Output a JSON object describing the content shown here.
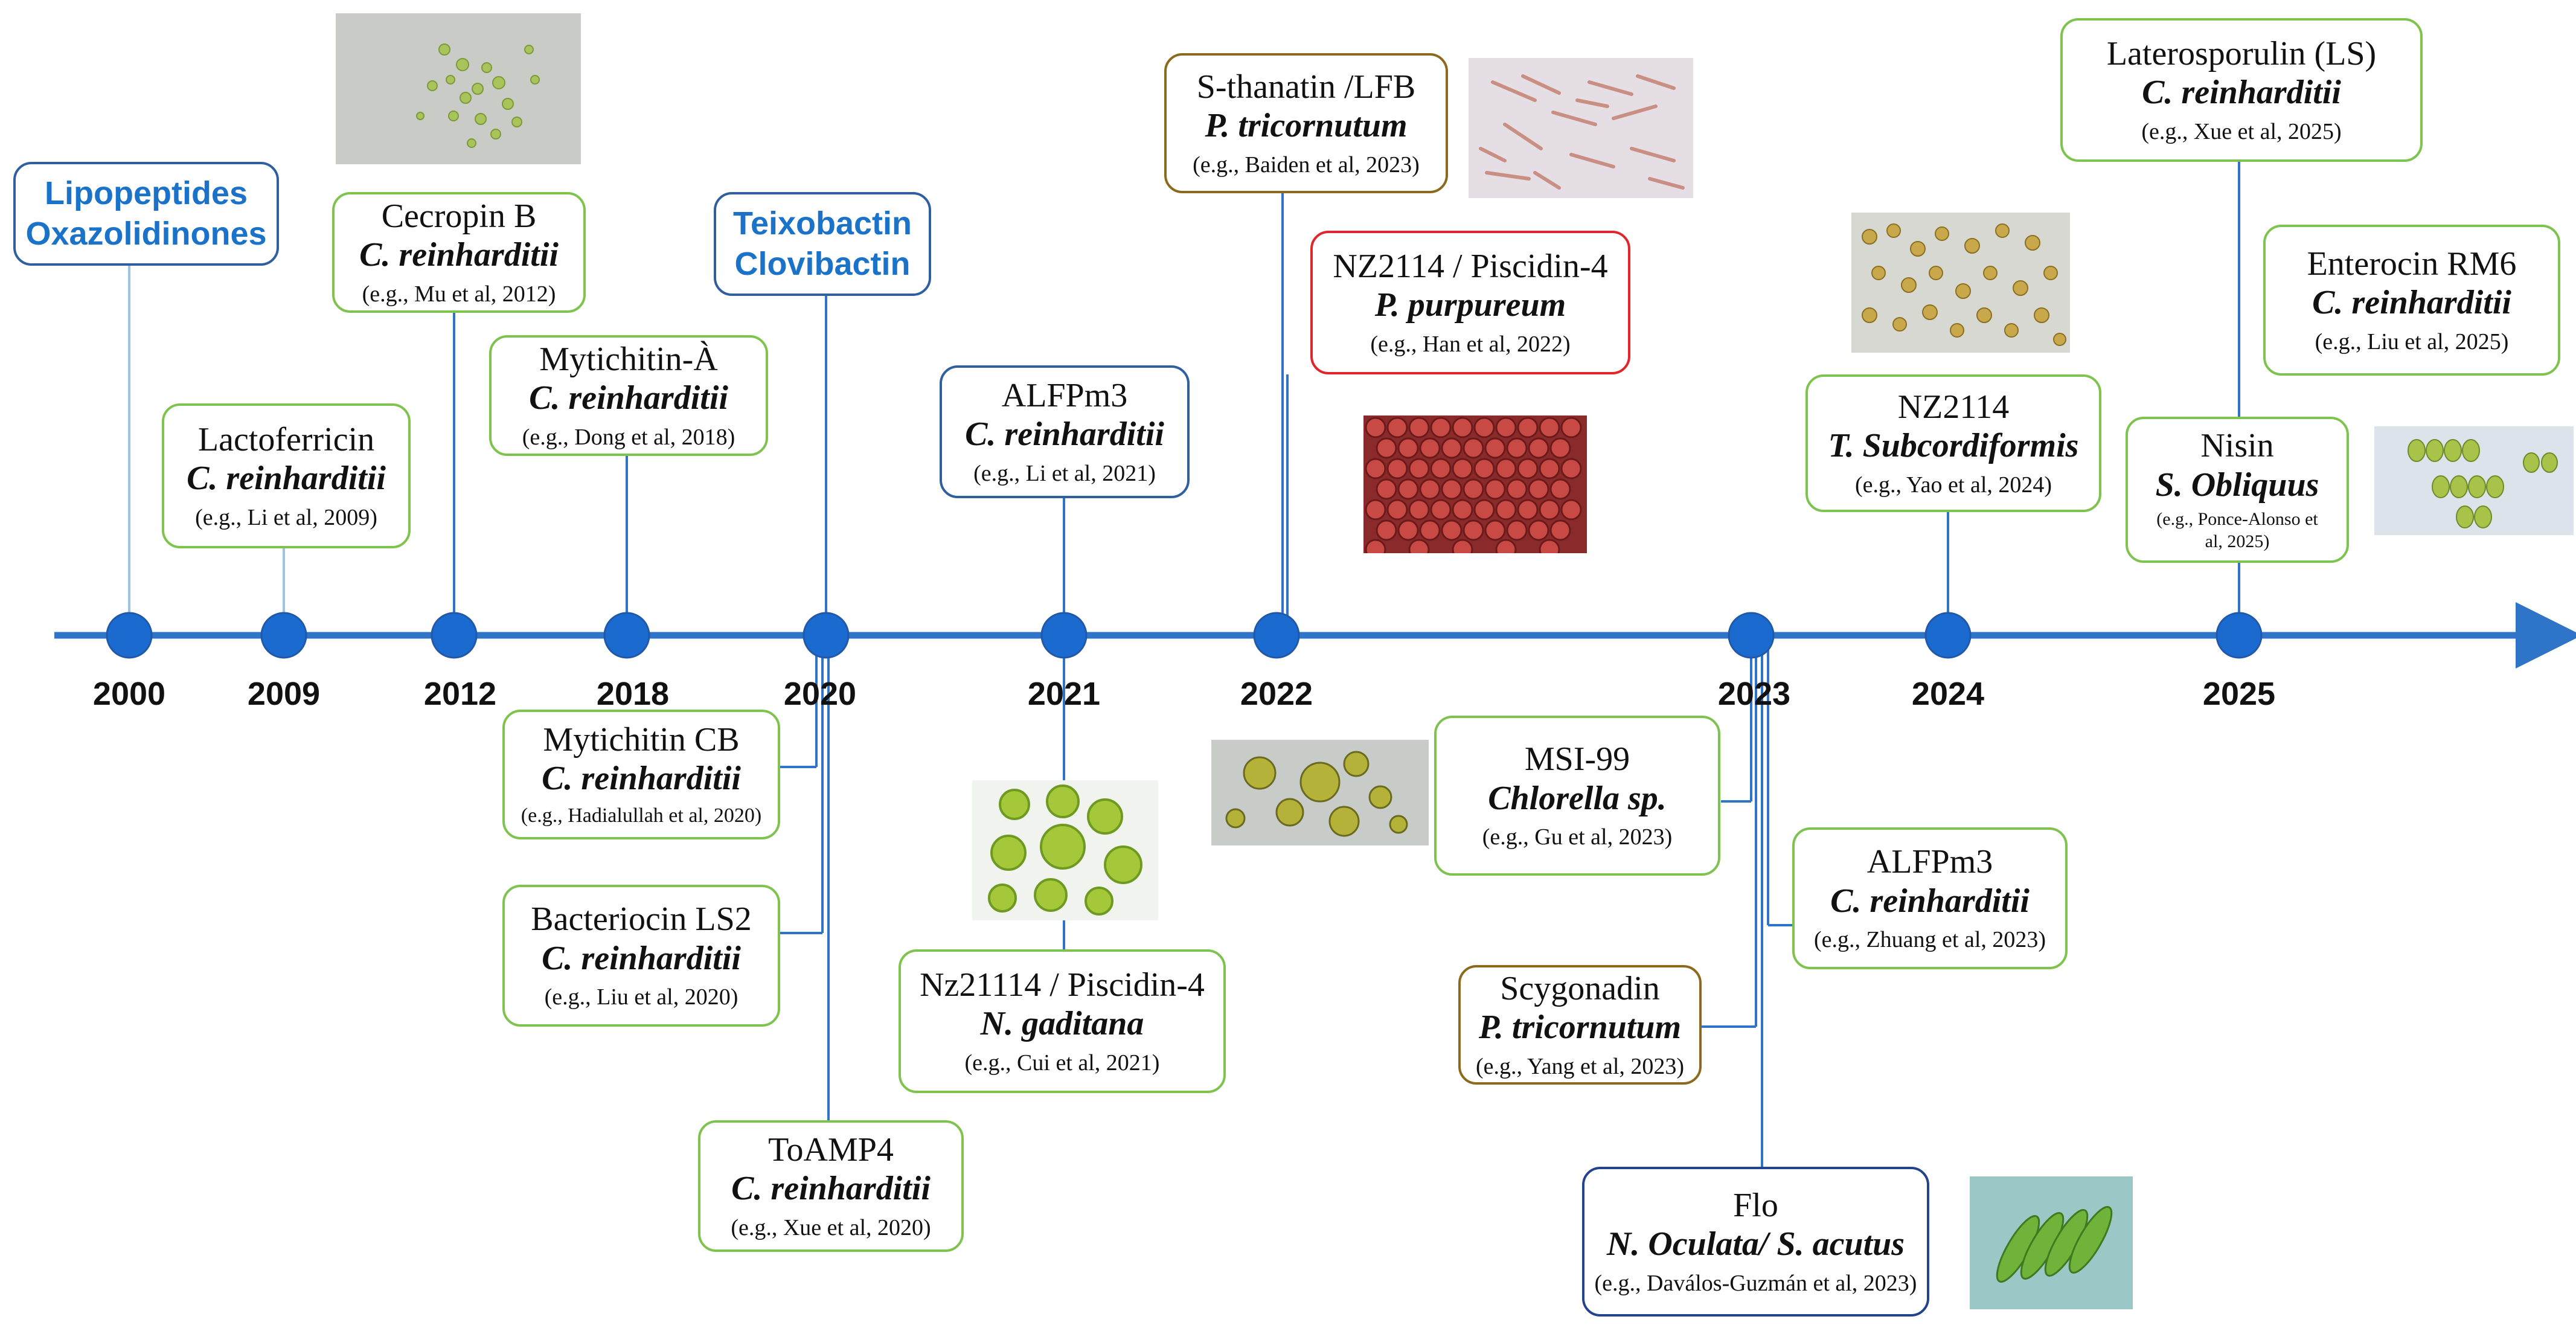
{
  "colors": {
    "axis": "#2e75c9",
    "green_border": "#7fc34f",
    "blue_text": "#1a73c8",
    "brown_border": "#8b6a1e",
    "red_border": "#e0252b",
    "navy_border": "#22448f"
  },
  "years": [
    "2000",
    "2009",
    "2012",
    "2018",
    "2020",
    "2021",
    "2022",
    "2023",
    "2024",
    "2025"
  ],
  "classes": {
    "y2000": [
      "Lipopeptides",
      "Oxazolidinones"
    ],
    "y2020": [
      "Teixobactin",
      "Clovibactin"
    ]
  },
  "entries": {
    "lactoferricin": {
      "name": "Lactoferricin",
      "organism": "C. reinharditii",
      "ref": "(e.g., Li et al, 2009)"
    },
    "cecropin": {
      "name": "Cecropin B",
      "organism": "C. reinharditii",
      "ref": "(e.g., Mu et al, 2012)"
    },
    "mytichitin_a": {
      "name": "Mytichitin-À",
      "organism": "C. reinharditii",
      "ref": "(e.g., Dong et al, 2018)"
    },
    "alfpm3_2021": {
      "name": "ALFPm3",
      "organism": "C. reinharditii",
      "ref": "(e.g., Li et al, 2021)"
    },
    "sthanatin": {
      "name": "S-thanatin /LFB",
      "organism": "P. tricornutum",
      "ref": "(e.g., Baiden et al, 2023)"
    },
    "nz2114_piscidin_2022": {
      "name": "NZ2114 / Piscidin-4",
      "organism": "P. purpureum",
      "ref": "(e.g., Han et al, 2022)"
    },
    "nz2114_2024": {
      "name": "NZ2114",
      "organism": "T. Subcordiformis",
      "ref": "(e.g., Yao et al, 2024)"
    },
    "laterosporulin": {
      "name": "Laterosporulin (LS)",
      "organism": "C. reinharditii",
      "ref": "(e.g., Xue et al, 2025)"
    },
    "enterocin": {
      "name": "Enterocin RM6",
      "organism": "C. reinharditii",
      "ref": "(e.g., Liu et al, 2025)"
    },
    "nisin": {
      "name": "Nisin",
      "organism": "S. Obliquus",
      "ref": "(e.g., Ponce-Alonso et al, 2025)"
    },
    "mytichitin_cb": {
      "name": "Mytichitin CB",
      "organism": "C. reinharditii",
      "ref": "(e.g., Hadialullah et al, 2020)"
    },
    "bacteriocin": {
      "name": "Bacteriocin LS2",
      "organism": "C. reinharditii",
      "ref": "(e.g., Liu et al, 2020)"
    },
    "toamp4": {
      "name": "ToAMP4",
      "organism": "C. reinharditii",
      "ref": "(e.g., Xue et al, 2020)"
    },
    "nz21114": {
      "name": "Nz21114 / Piscidin-4",
      "organism": "N. gaditana",
      "ref": "(e.g., Cui et al, 2021)"
    },
    "msi99": {
      "name": "MSI-99",
      "organism": "Chlorella sp.",
      "ref": "(e.g., Gu et al, 2023)"
    },
    "alfpm3_2023": {
      "name": "ALFPm3",
      "organism": "C. reinharditii",
      "ref": "(e.g., Zhuang  et al, 2023)"
    },
    "scygonadin": {
      "name": "Scygonadin",
      "organism": "P. tricornutum",
      "ref": "(e.g., Yang et al, 2023)"
    },
    "flo": {
      "name": "Flo",
      "organism": "N. Oculata/ S. acutus",
      "ref": "(e.g., Daválos-Guzmán et al, 2023)"
    }
  }
}
